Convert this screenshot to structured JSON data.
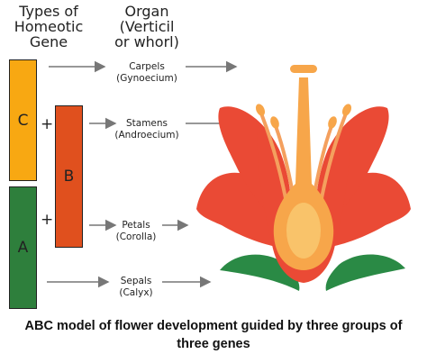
{
  "headers": {
    "gene_line1": "Types of",
    "gene_line2": "Homeotic",
    "gene_line3": "Gene",
    "organ_line1": "Organ",
    "organ_line2": "(Verticil",
    "organ_line3": "or whorl)"
  },
  "genes": {
    "c": "C",
    "b": "B",
    "a": "A",
    "plus": "+"
  },
  "organs": {
    "carpels": "Carpels",
    "carpels_sub": "(Gynoecium)",
    "stamens": "Stamens",
    "stamens_sub": "(Androecium)",
    "petals": "Petals",
    "petals_sub": "(Corolla)",
    "sepals": "Sepals",
    "sepals_sub": "(Calyx)"
  },
  "caption": {
    "line1": "ABC model of flower development guided by three groups of",
    "line2": "three genes"
  },
  "colors": {
    "gene_c": "#f8a812",
    "gene_b": "#e0501e",
    "gene_a": "#2e7f3c",
    "petal": "#ea4a35",
    "carpel": "#f7a64a",
    "sepal": "#2a8a45",
    "arrow": "#777777"
  }
}
